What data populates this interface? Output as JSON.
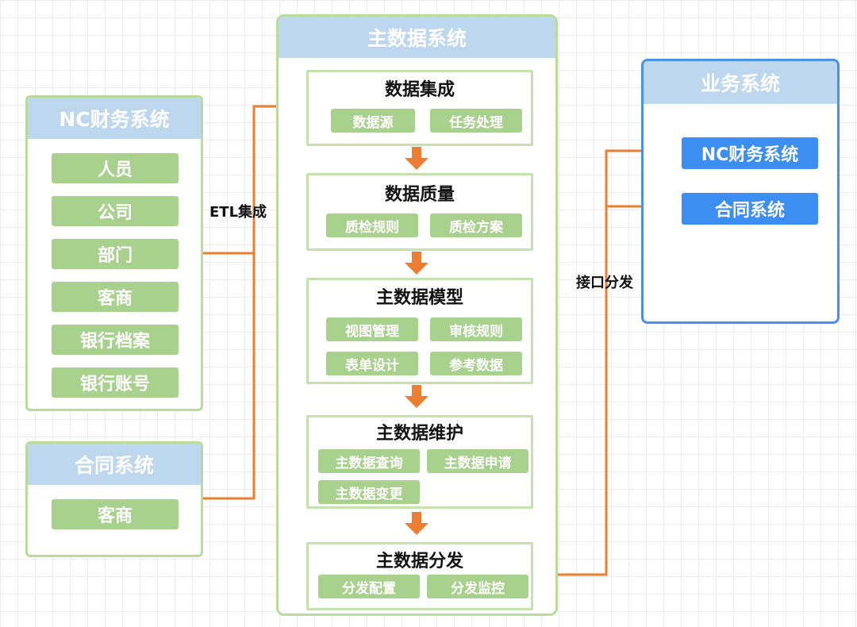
{
  "nc_system": {
    "title": "NC财务系统",
    "items": [
      "人员",
      "公司",
      "部门",
      "客商",
      "银行档案",
      "银行账号"
    ]
  },
  "contract_system": {
    "title": "合同系统",
    "items": [
      "客商"
    ]
  },
  "mdm": {
    "title": "主数据系统",
    "modules": {
      "integration": {
        "title": "数据集成",
        "items": [
          "数据源",
          "任务处理"
        ]
      },
      "quality": {
        "title": "数据质量",
        "items": [
          "质检规则",
          "质检方案"
        ]
      },
      "model": {
        "title": "主数据模型",
        "items": [
          "视图管理",
          "审核规则",
          "表单设计",
          "参考数据"
        ]
      },
      "maintenance": {
        "title": "主数据维护",
        "items": [
          "主数据查询",
          "主数据申请",
          "主数据变更"
        ]
      },
      "distribution": {
        "title": "主数据分发",
        "items": [
          "分发配置",
          "分发监控"
        ]
      }
    }
  },
  "business_system": {
    "title": "业务系统",
    "items": [
      "NC财务系统",
      "合同系统"
    ]
  },
  "labels": {
    "etl": "ETL集成",
    "interface": "接口分发"
  },
  "colors": {
    "connector": "#ed7d31",
    "green_pill": "#a9d18e",
    "blue_pill": "#3c8ef3",
    "header": "#bdd7ee"
  }
}
